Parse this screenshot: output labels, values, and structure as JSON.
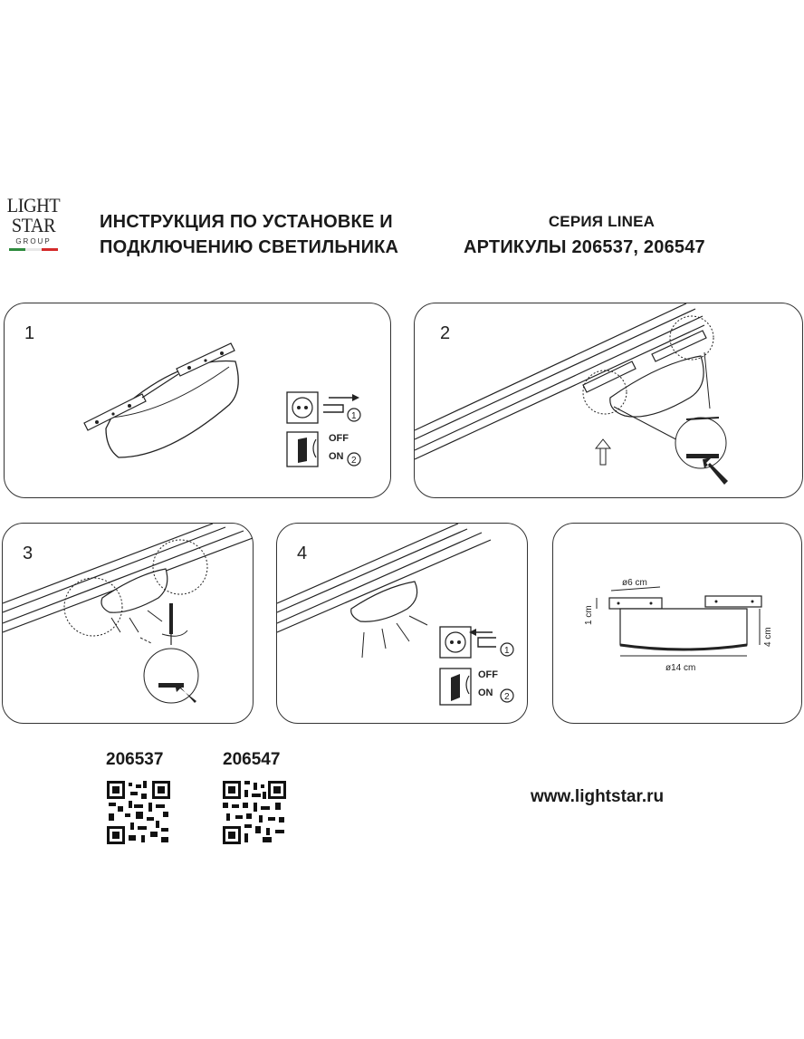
{
  "logo": {
    "line1": "LIGHT",
    "line2": "STAR",
    "line3": "GROUP",
    "flag_colors": [
      "#2e8b3e",
      "#ffffff",
      "#d42a2a"
    ]
  },
  "header": {
    "title_line1": "ИНСТРУКЦИЯ ПО УСТАНОВКЕ И",
    "title_line2": "ПОДКЛЮЧЕНИЮ СВЕТИЛЬНИКА",
    "series": "СЕРИЯ LINEA",
    "articles": "АРТИКУЛЫ 206537, 206547"
  },
  "steps": [
    {
      "number": "1"
    },
    {
      "number": "2"
    },
    {
      "number": "3"
    },
    {
      "number": "4"
    }
  ],
  "power": {
    "off": "OFF",
    "on": "ON",
    "circle1": "1",
    "circle2": "2"
  },
  "dimensions": {
    "width_top": "ø6 cm",
    "height_left": "1 cm",
    "height_right": "4 cm",
    "diameter": "ø14 cm"
  },
  "codes": [
    {
      "label": "206537"
    },
    {
      "label": "206547"
    }
  ],
  "website": "www.lightstar.ru"
}
